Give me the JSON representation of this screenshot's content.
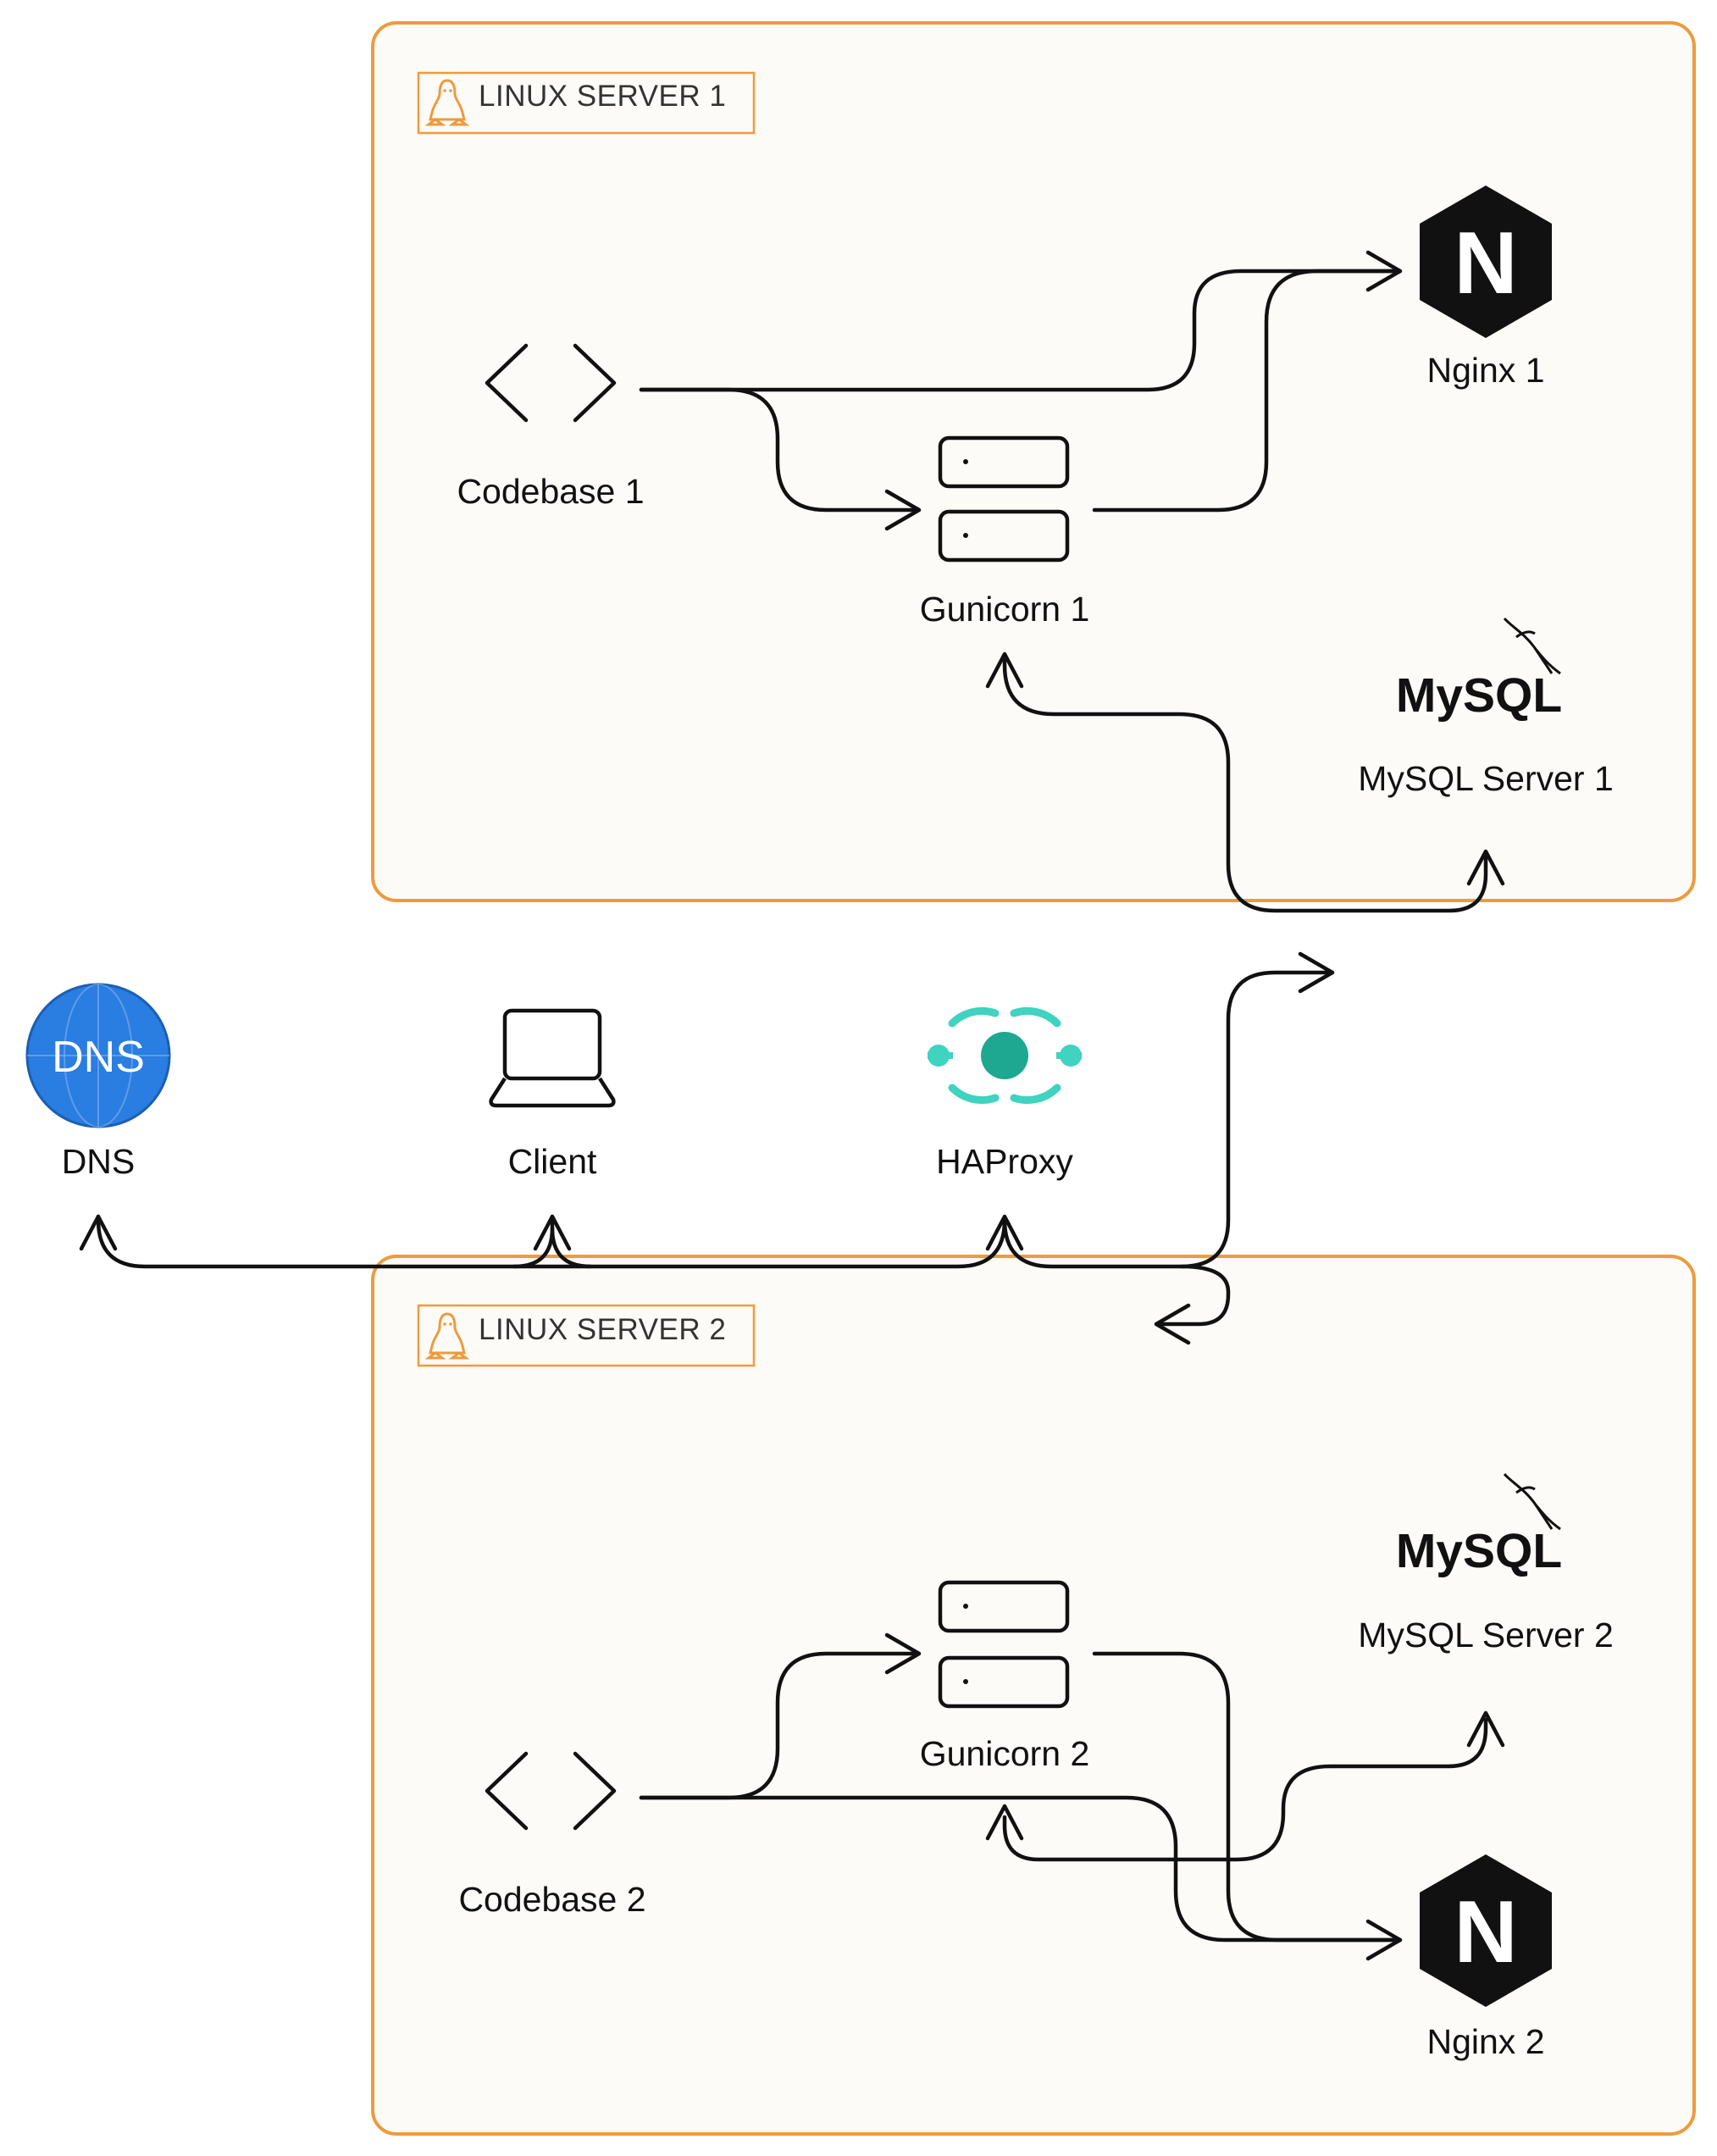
{
  "groups": {
    "server1": {
      "label": "LINUX SERVER 1",
      "icon": "linux-icon"
    },
    "server2": {
      "label": "LINUX SERVER 2",
      "icon": "linux-icon"
    }
  },
  "nodes": {
    "codebase1": {
      "label": "Codebase 1",
      "icon": "code-brackets-icon"
    },
    "gunicorn1": {
      "label": "Gunicorn 1",
      "icon": "server-stack-icon"
    },
    "nginx1": {
      "label": "Nginx 1",
      "icon": "nginx-icon",
      "logo_letter": "N"
    },
    "mysql1": {
      "label": "MySQL Server 1",
      "icon": "mysql-icon",
      "logo_text": "MySQL"
    },
    "dns": {
      "label": "DNS",
      "icon": "dns-globe-icon",
      "logo_text": "DNS"
    },
    "client": {
      "label": "Client",
      "icon": "laptop-icon"
    },
    "haproxy": {
      "label": "HAProxy",
      "icon": "haproxy-icon"
    },
    "codebase2": {
      "label": "Codebase 2",
      "icon": "code-brackets-icon"
    },
    "gunicorn2": {
      "label": "Gunicorn 2",
      "icon": "server-stack-icon"
    },
    "nginx2": {
      "label": "Nginx 2",
      "icon": "nginx-icon",
      "logo_letter": "N"
    },
    "mysql2": {
      "label": "MySQL Server 2",
      "icon": "mysql-icon",
      "logo_text": "MySQL"
    }
  },
  "colors": {
    "group_border": "#ED9B3F",
    "group_fill": "#FDFBF7",
    "edge": "#111111",
    "dns_blue": "#2A7DE1",
    "haproxy_teal": "#3FD3C0",
    "nginx_black": "#111111"
  },
  "edges": [
    {
      "from": "Codebase 1",
      "to": "Nginx 1"
    },
    {
      "from": "Codebase 1",
      "to": "Gunicorn 1"
    },
    {
      "from": "Gunicorn 1",
      "to": "Nginx 1"
    },
    {
      "from": "MySQL Server 1",
      "to": "Gunicorn 1"
    },
    {
      "from": "HAProxy",
      "to": "DNS"
    },
    {
      "from": "HAProxy",
      "to": "Client"
    },
    {
      "from": "HAProxy",
      "to": "LINUX SERVER 1"
    },
    {
      "from": "HAProxy",
      "to": "LINUX SERVER 2"
    },
    {
      "from": "Codebase 2",
      "to": "Gunicorn 2"
    },
    {
      "from": "Codebase 2",
      "to": "Nginx 2"
    },
    {
      "from": "Gunicorn 2",
      "to": "Nginx 2"
    },
    {
      "from": "Gunicorn 2",
      "to": "MySQL Server 2"
    }
  ]
}
